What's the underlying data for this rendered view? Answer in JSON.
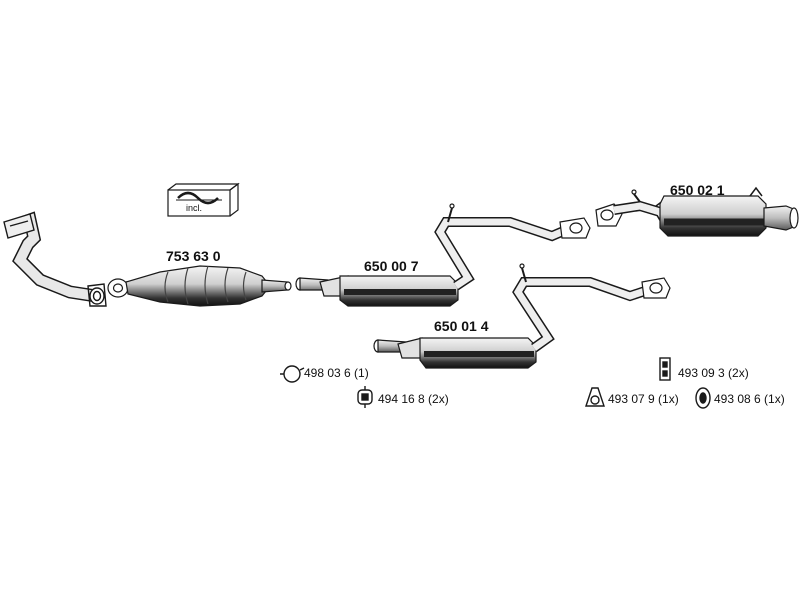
{
  "diagram": {
    "incl_label": "incl.",
    "parts": [
      {
        "id": "753630",
        "label": "753 63 0",
        "name": "catalytic-converter"
      },
      {
        "id": "650007",
        "label": "650 00 7",
        "name": "front-silencer-upper"
      },
      {
        "id": "650014",
        "label": "650 01 4",
        "name": "front-silencer-lower"
      },
      {
        "id": "650021",
        "label": "650 02 1",
        "name": "rear-silencer"
      }
    ],
    "accessories": [
      {
        "label": "498 03 6 (1)",
        "icon": "clamp-ring-icon"
      },
      {
        "label": "494 16 8 (2x)",
        "icon": "rubber-mount-icon"
      },
      {
        "label": "493 09 3 (2x)",
        "icon": "hanger-bracket-icon"
      },
      {
        "label": "493 07 9 (1x)",
        "icon": "gasket-icon"
      },
      {
        "label": "493 08 6 (1x)",
        "icon": "rubber-ring-icon"
      }
    ],
    "colors": {
      "line": "#1a1a1a",
      "fill": "#d9d9d9",
      "dark": "#222222"
    }
  }
}
